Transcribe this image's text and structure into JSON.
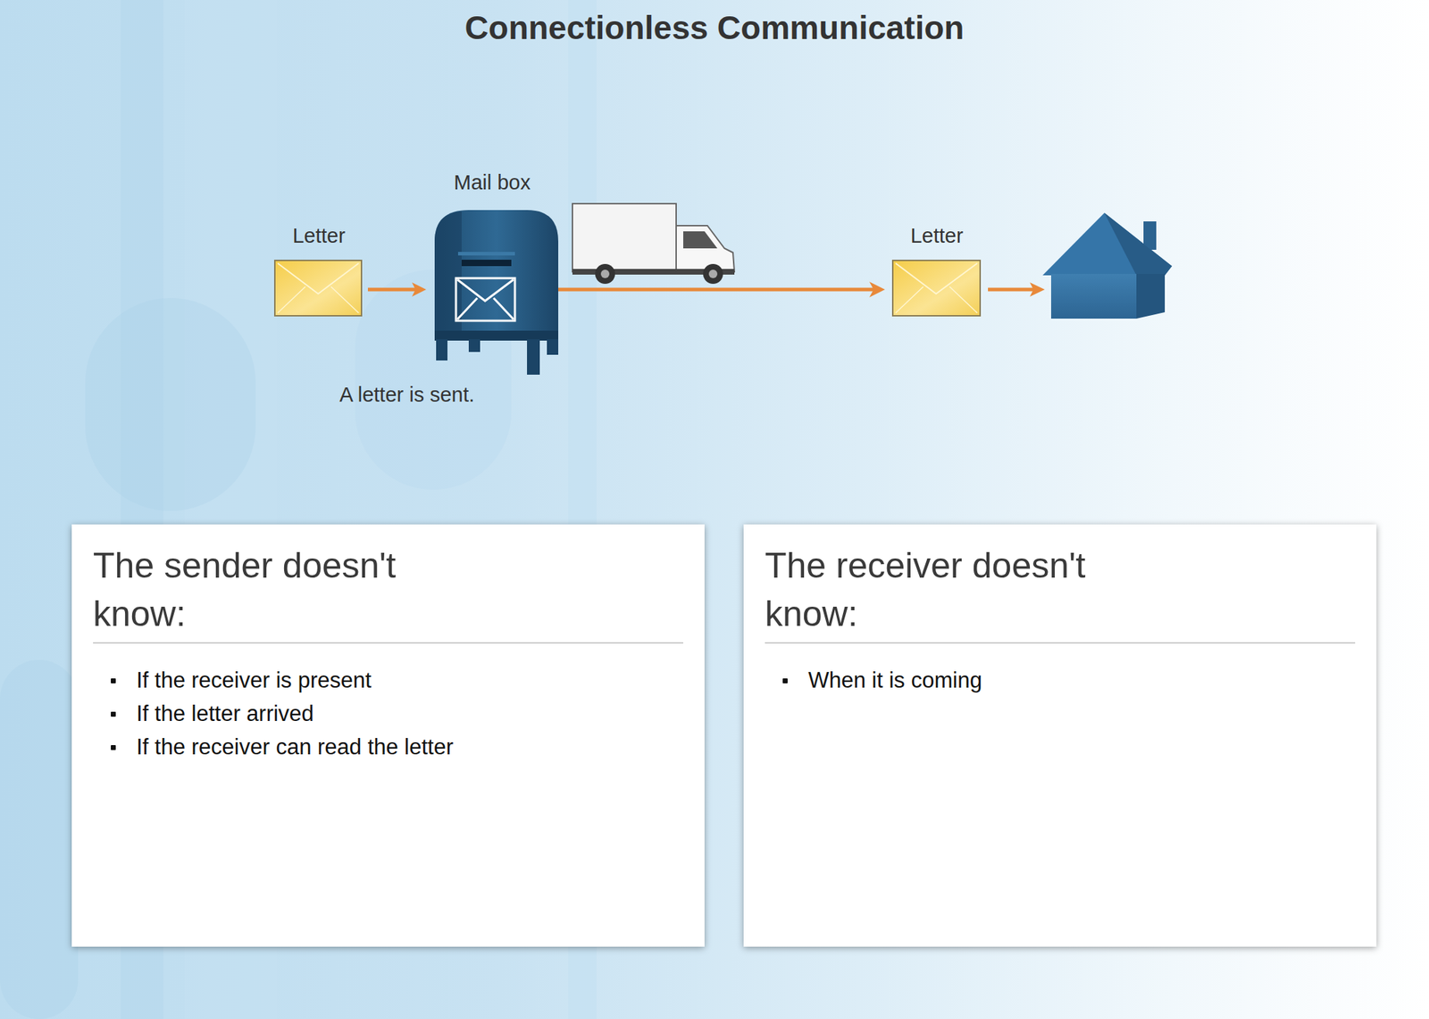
{
  "diagram": {
    "title": "Connectionless Communication",
    "nodes": [
      {
        "text": [
          "The sender doesn't know:",
          "If the receiver is present",
          "If the letter arrived",
          "If the receiver can read the letter"
        ]
      },
      {
        "text": [
          "The receiver doesn't know:",
          "When it is coming"
        ]
      }
    ],
    "labels": [
      "Mail box",
      "Letter",
      "Letter",
      "A letter is sent."
    ]
  }
}
